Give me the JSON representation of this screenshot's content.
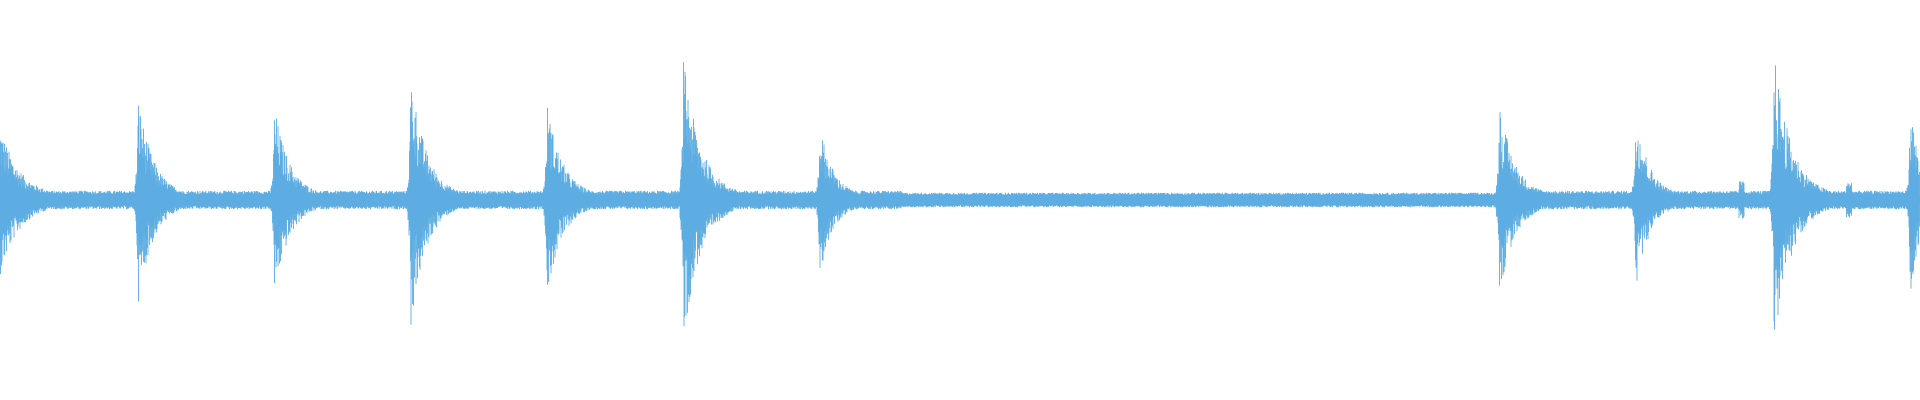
{
  "waveform": {
    "color": "#5dade2",
    "background": "#ffffff",
    "baseline_noise": 0.035,
    "bursts": [
      {
        "time": 0.0,
        "peak": 0.48,
        "decay": 0.01
      },
      {
        "time": 0.072,
        "peak": 0.66,
        "decay": 0.008
      },
      {
        "time": 0.143,
        "peak": 0.6,
        "decay": 0.008
      },
      {
        "time": 0.214,
        "peak": 0.83,
        "decay": 0.008
      },
      {
        "time": 0.285,
        "peak": 0.62,
        "decay": 0.008
      },
      {
        "time": 0.356,
        "peak": 0.92,
        "decay": 0.009
      },
      {
        "time": 0.427,
        "peak": 0.48,
        "decay": 0.007
      },
      {
        "time": 0.781,
        "peak": 0.62,
        "decay": 0.008
      },
      {
        "time": 0.852,
        "peak": 0.58,
        "decay": 0.007
      },
      {
        "time": 0.924,
        "peak": 0.96,
        "decay": 0.009
      },
      {
        "time": 0.995,
        "peak": 0.6,
        "decay": 0.006
      }
    ],
    "small_ticks": [
      0.907,
      0.963
    ],
    "quiet_region": [
      0.47,
      0.78
    ]
  }
}
